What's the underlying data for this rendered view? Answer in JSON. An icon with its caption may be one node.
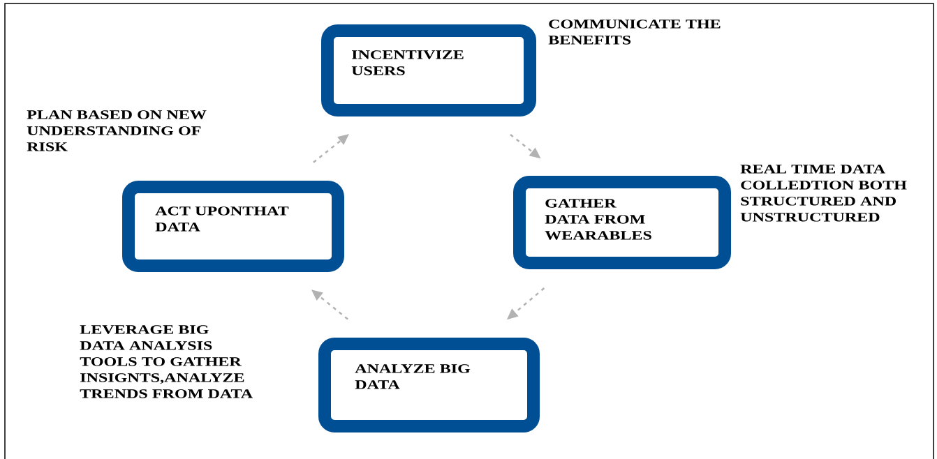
{
  "diagram": {
    "nodes": [
      {
        "text": [
          "INCENTIVIZE USERS"
        ],
        "beside": [
          "COMMUNICATE THE BENEFITS"
        ]
      },
      {
        "text": [
          "GATHER DATA FROM WEARABLES"
        ],
        "beside": [
          "REAL TIME DATA COLLEDTION BOTH STRUCTURED AND UNSTRUCTURED"
        ]
      },
      {
        "text": [
          "ANALYZE BIG DATA"
        ]
      },
      {
        "text": [
          "ACT UPONTHAT DATA"
        ]
      }
    ],
    "labels": [
      "PLAN BASED ON NEW UNDERSTANDING OF RISK",
      "LEVERAGE BIG DATA ANALYSIS TOOLS TO GATHER INSIGNTS,ANALYZE TRENDS FROM DATA"
    ],
    "edges": [
      {
        "from": 0,
        "to": 1,
        "arrow": "to",
        "style": "dashed"
      },
      {
        "from": 1,
        "to": 2,
        "arrow": "to",
        "style": "dashed"
      },
      {
        "from": 2,
        "to": 3,
        "arrow": "to",
        "style": "dashed"
      },
      {
        "from": 3,
        "to": 0,
        "arrow": "to",
        "style": "dashed"
      }
    ]
  }
}
